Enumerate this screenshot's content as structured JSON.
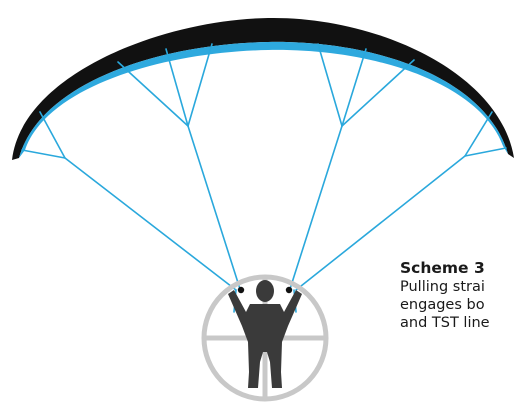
{
  "colors": {
    "line": "#2aa8dc",
    "wing_top": "#111111",
    "wing_bottom": "#2ea9de",
    "pilot": "#3a3a3a",
    "wheel": "#c8c8c8"
  },
  "caption": {
    "title": "Scheme 3",
    "lines": [
      "Pulling strai",
      "engages bo",
      "and TST line"
    ]
  }
}
